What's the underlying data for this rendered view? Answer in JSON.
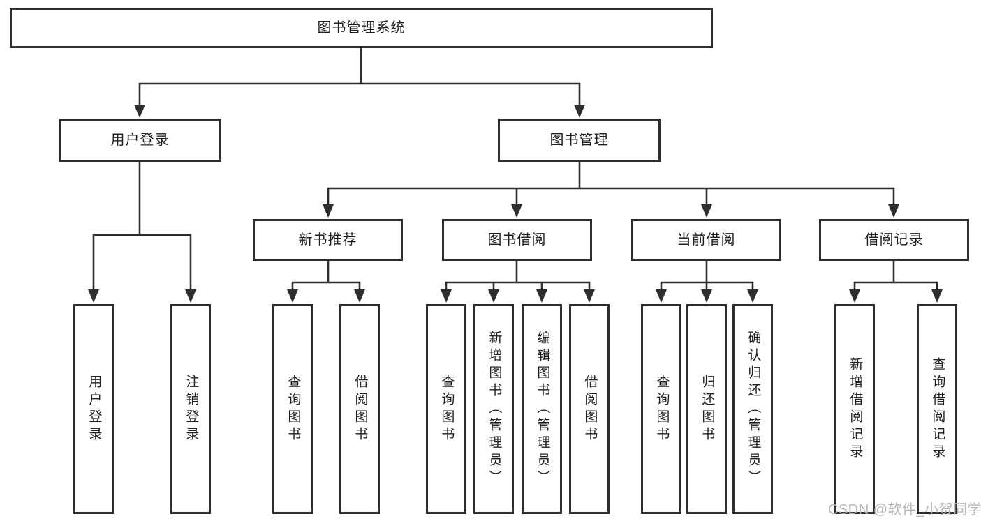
{
  "page": {
    "background": "#ffffff"
  },
  "colors": {
    "node_border": "#2e2e2e",
    "node_text": "#1f1f1f",
    "connector": "#2e2e2e",
    "watermark": "#b5b7bb"
  },
  "watermark": {
    "text": "CSDN @软件_小贺同学"
  },
  "nodes": {
    "root": {
      "label": "图书管理系统"
    },
    "user_login": {
      "label": "用户登录"
    },
    "book_management": {
      "label": "图书管理"
    },
    "new_book_recommend": {
      "label": "新书推荐"
    },
    "book_borrowing": {
      "label": "图书借阅"
    },
    "current_borrowing": {
      "label": "当前借阅"
    },
    "borrowing_records": {
      "label": "借阅记录"
    },
    "leaf_user_login": {
      "label": "用户登录"
    },
    "leaf_logout": {
      "label": "注销登录"
    },
    "leaf_query_books_rec": {
      "label": "查询图书"
    },
    "leaf_borrow_books_rec": {
      "label": "借阅图书"
    },
    "leaf_query_books_borrow": {
      "label": "查询图书"
    },
    "leaf_add_books_admin": {
      "label": "新增图书（管理员）"
    },
    "leaf_edit_books_admin": {
      "label": "编辑图书（管理员）"
    },
    "leaf_borrow_books_borrow": {
      "label": "借阅图书"
    },
    "leaf_query_books_current": {
      "label": "查询图书"
    },
    "leaf_return_books": {
      "label": "归还图书"
    },
    "leaf_confirm_return_admin": {
      "label": "确认归还（管理员）"
    },
    "leaf_add_borrow_record": {
      "label": "新增借阅记录"
    },
    "leaf_query_borrow_record": {
      "label": "查询借阅记录"
    }
  }
}
